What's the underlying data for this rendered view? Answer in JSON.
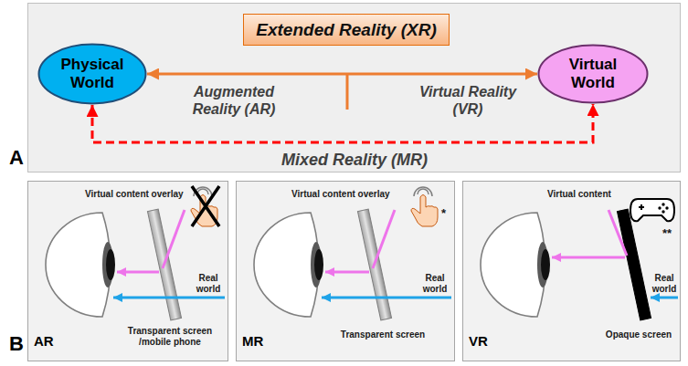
{
  "diagram": {
    "nodes": [
      {
        "text": [
          "Augmented Reality (AR)",
          "Virtual Reality (VR)",
          "Mixed Reality (MR)"
        ]
      },
      {
        "text": [
          "Extended Reality (XR)"
        ],
        "in": 0
      },
      {
        "text": [
          "Physical World"
        ],
        "in": 0
      },
      {
        "text": [
          "Virtual World"
        ],
        "in": 0
      },
      {
        "text": [
          "Virtual content overlay",
          "Real world",
          "Transparent screen /mobile phone",
          "AR"
        ]
      },
      {
        "text": [
          "Virtual content overlay",
          "*",
          "Real world",
          "Transparent screen",
          "MR"
        ]
      },
      {
        "text": [
          "Virtual content",
          "**",
          "Real world",
          "Opaque screen",
          "VR"
        ]
      }
    ],
    "edges": [
      {
        "from": 2,
        "to": 3,
        "arrow": "both"
      },
      {
        "from": 2,
        "to": 3,
        "arrow": "both"
      }
    ],
    "labels": [
      "A",
      "B"
    ]
  }
}
